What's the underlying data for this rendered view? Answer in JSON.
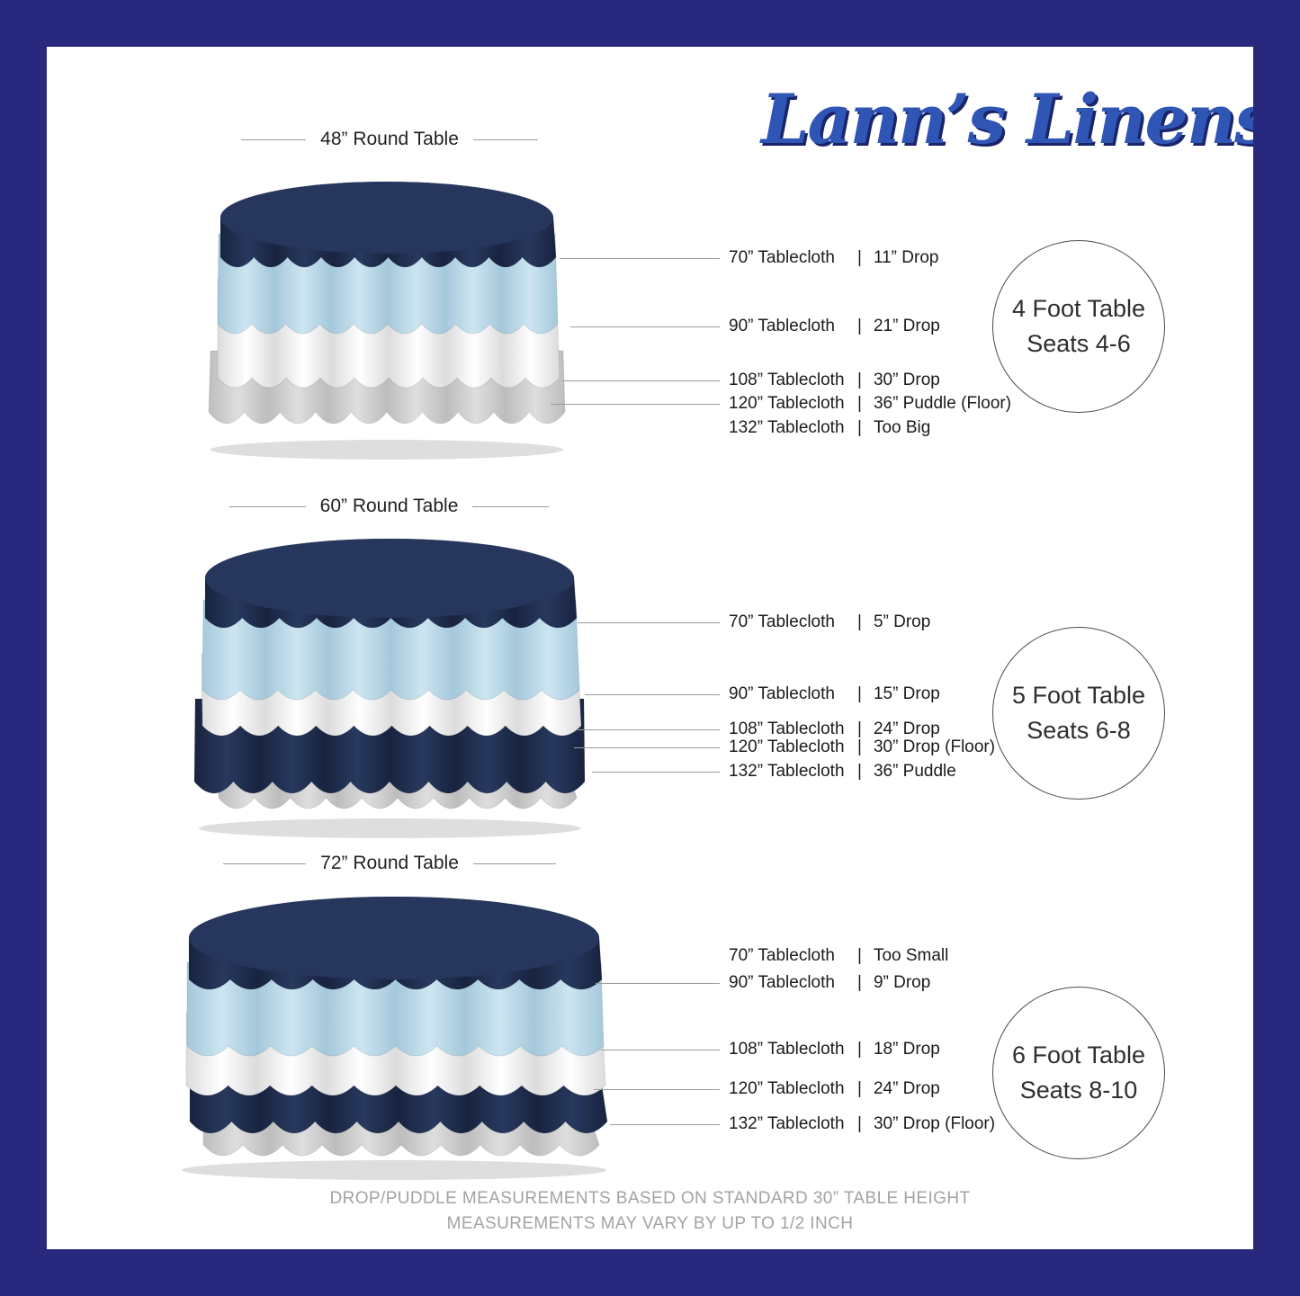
{
  "page": {
    "brand": "Lann’s Linens",
    "divider": "|",
    "footer_line1": "DROP/PUDDLE MEASUREMENTS BASED ON STANDARD 30” TABLE HEIGHT",
    "footer_line2": "MEASUREMENTS MAY VARY BY UP TO 1/2 INCH"
  },
  "colors": {
    "border": "#28287e",
    "navy": "#1e2c52",
    "light_blue": "#bcdcec",
    "cloth_white": "#ffffff",
    "logo_blue": "#2f55b5"
  },
  "tables": [
    {
      "title": "48” Round Table",
      "badge_line1": "4 Foot Table",
      "badge_line2": "Seats 4-6",
      "rows": [
        {
          "cloth": "70” Tablecloth",
          "result": "11” Drop"
        },
        {
          "cloth": "90” Tablecloth",
          "result": "21” Drop"
        },
        {
          "cloth": "108” Tablecloth",
          "result": "30” Drop"
        },
        {
          "cloth": "120” Tablecloth",
          "result": "36” Puddle  (Floor)"
        },
        {
          "cloth": "132” Tablecloth",
          "result": "Too Big"
        }
      ]
    },
    {
      "title": "60” Round Table",
      "badge_line1": "5 Foot Table",
      "badge_line2": "Seats 6-8",
      "rows": [
        {
          "cloth": "70” Tablecloth",
          "result": "5” Drop"
        },
        {
          "cloth": "90” Tablecloth",
          "result": "15” Drop"
        },
        {
          "cloth": "108” Tablecloth",
          "result": "24” Drop"
        },
        {
          "cloth": "120” Tablecloth",
          "result": "30” Drop  (Floor)"
        },
        {
          "cloth": "132” Tablecloth",
          "result": "36” Puddle"
        }
      ]
    },
    {
      "title": "72” Round Table",
      "badge_line1": "6 Foot Table",
      "badge_line2": "Seats 8-10",
      "rows": [
        {
          "cloth": "70” Tablecloth",
          "result": "Too Small"
        },
        {
          "cloth": "90” Tablecloth",
          "result": "9” Drop"
        },
        {
          "cloth": "108” Tablecloth",
          "result": "18” Drop"
        },
        {
          "cloth": "120” Tablecloth",
          "result": "24” Drop"
        },
        {
          "cloth": "132” Tablecloth",
          "result": "30” Drop (Floor)"
        }
      ]
    }
  ]
}
